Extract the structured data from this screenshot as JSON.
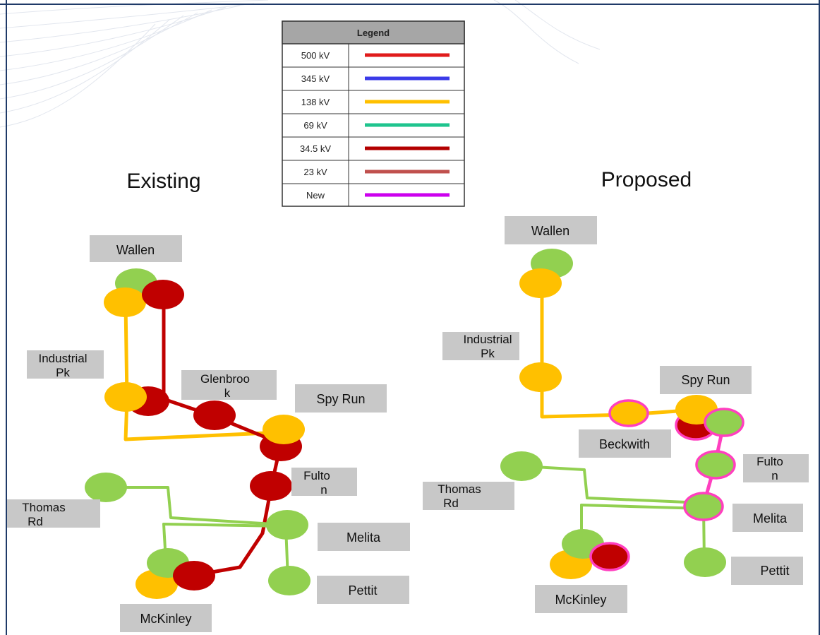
{
  "legend": {
    "title": "Legend",
    "rows": [
      {
        "label": "500 kV",
        "color": "#e01b1b"
      },
      {
        "label": "345 kV",
        "color": "#3a3ae8"
      },
      {
        "label": "138 kV",
        "color": "#ffc000"
      },
      {
        "label": "69 kV",
        "color": "#1fc48e"
      },
      {
        "label": "34.5 kV",
        "color": "#b30000"
      },
      {
        "label": "23 kV",
        "color": "#c0504d"
      },
      {
        "label": "New",
        "color": "#cc00ee"
      }
    ]
  },
  "colors": {
    "kv138": "#ffc000",
    "kv34_5": "#c00000",
    "kv69_green": "#92d050",
    "new": "#ff3fbf",
    "label_box": "#c8c8c8",
    "frame": "#1f3a68"
  },
  "existing": {
    "heading": "Existing",
    "labels": {
      "wallen": "Wallen",
      "industrial_1": "Industrial",
      "industrial_2": "Pk",
      "glenbrook_1": "Glenbroo",
      "glenbrook_2": "k",
      "spy_run": "Spy Run",
      "fulton_1": "Fulto",
      "fulton_2": "n",
      "thomas_1": "Thomas",
      "thomas_2": "Rd",
      "melita": "Melita",
      "pettit": "Pettit",
      "mckinley": "McKinley"
    }
  },
  "proposed": {
    "heading": "Proposed",
    "labels": {
      "wallen": "Wallen",
      "industrial_1": "Industrial",
      "industrial_2": "Pk",
      "spy_run": "Spy Run",
      "beckwith": "Beckwith",
      "fulton_1": "Fulto",
      "fulton_2": "n",
      "thomas_1": "Thomas",
      "thomas_2": "Rd",
      "melita": "Melita",
      "pettit": "Pettit",
      "mckinley": "McKinley"
    }
  }
}
